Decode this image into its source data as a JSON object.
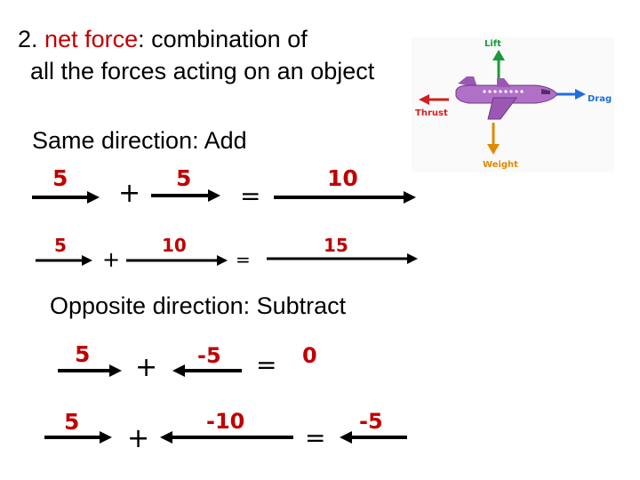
{
  "heading": {
    "number": "2.",
    "term": "net force",
    "definition_line1": ": combination of",
    "definition_line2": "all the forces acting on an object"
  },
  "sections": {
    "same": "Same direction:  Add",
    "opposite": "Opposite direction:  Subtract"
  },
  "equations": {
    "plus": "+",
    "equals": "=",
    "same_1": {
      "a": "5",
      "b": "5",
      "result": "10"
    },
    "same_2": {
      "a": "5",
      "b": "10",
      "result": "15"
    },
    "opp_1": {
      "a": "5",
      "b": "-5",
      "result": "0"
    },
    "opp_2": {
      "a": "5",
      "b": "-10",
      "result": "-5"
    }
  },
  "airplane": {
    "lift": "Lift",
    "drag": "Drag",
    "thrust": "Thrust",
    "weight": "Weight"
  },
  "colors": {
    "accent_red": "#c00000",
    "lift_green": "#1a9a3a",
    "drag_blue": "#1e6fd9",
    "thrust_red": "#d02020",
    "weight_orange": "#e08a00",
    "plane_purple": "#b070c8"
  }
}
